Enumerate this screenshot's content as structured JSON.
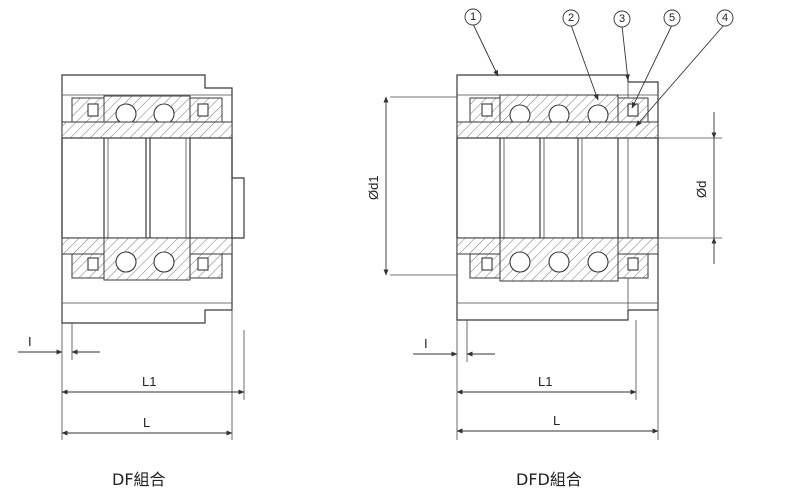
{
  "figures": [
    {
      "caption": "DF組合",
      "dimensions": {
        "offset": "I",
        "length_l1": "L1",
        "length_l": "L"
      }
    },
    {
      "caption": "DFD組合",
      "dimensions": {
        "offset": "I",
        "length_l1": "L1",
        "length_l": "L",
        "outer_diameter": "Ød1",
        "inner_diameter": "Ød"
      },
      "callouts": [
        "1",
        "2",
        "3",
        "5",
        "4"
      ]
    }
  ]
}
